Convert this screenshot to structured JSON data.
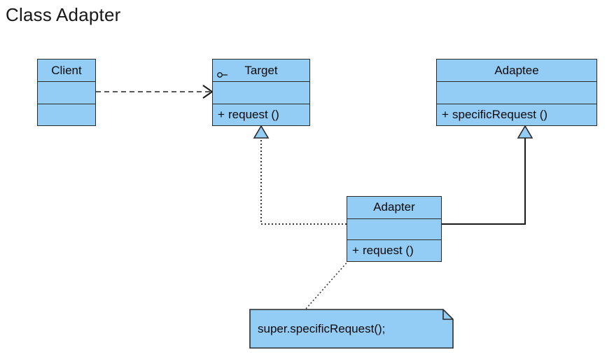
{
  "page": {
    "title": "Class Adapter",
    "background_color": "#ffffff",
    "box_fill_color": "#93ccf5",
    "box_border_color": "#2b2b2b",
    "text_color": "#0a0a0a"
  },
  "diagram": {
    "type": "uml-class-diagram",
    "classes": [
      {
        "id": "client",
        "name": "Client",
        "stereotype_icon": "",
        "attributes": [],
        "operations": []
      },
      {
        "id": "target",
        "name": "Target",
        "stereotype_icon": "interface-lollipop-icon",
        "attributes": [],
        "operations": [
          {
            "visibility": "+",
            "signature": "request ()"
          }
        ]
      },
      {
        "id": "adaptee",
        "name": "Adaptee",
        "stereotype_icon": "",
        "attributes": [],
        "operations": [
          {
            "visibility": "+",
            "signature": "specificRequest ()"
          }
        ]
      },
      {
        "id": "adapter",
        "name": "Adapter",
        "stereotype_icon": "",
        "attributes": [],
        "operations": [
          {
            "visibility": "+",
            "signature": "request ()"
          }
        ]
      }
    ],
    "notes": [
      {
        "id": "note-super",
        "text": "super.specificRequest();",
        "attached_to": "adapter"
      }
    ],
    "relationships": [
      {
        "id": "client-target",
        "from": "client",
        "to": "target",
        "kind": "dependency",
        "line": "dashed",
        "arrow": "open-arrow"
      },
      {
        "id": "adapter-target",
        "from": "adapter",
        "to": "target",
        "kind": "realization",
        "line": "dotted",
        "arrow": "hollow-triangle"
      },
      {
        "id": "adapter-adaptee",
        "from": "adapter",
        "to": "adaptee",
        "kind": "generalization",
        "line": "solid",
        "arrow": "hollow-triangle"
      },
      {
        "id": "adapter-note",
        "from": "adapter",
        "to": "note-super",
        "kind": "note-anchor",
        "line": "dotted",
        "arrow": "none"
      }
    ]
  }
}
